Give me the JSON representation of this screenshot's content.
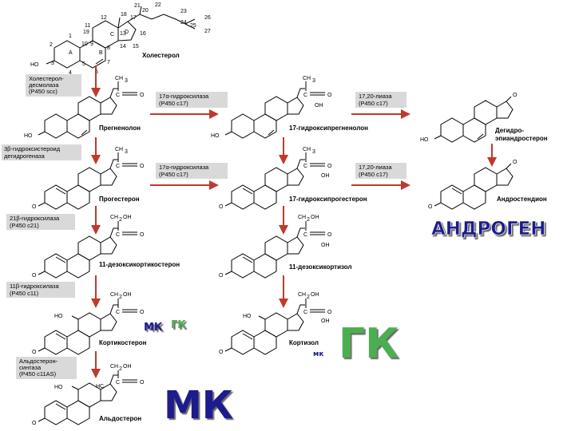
{
  "colors": {
    "arrow": "#c0392b",
    "enzyme_box": "#d9d9d9",
    "label_blue": "#1c1c8c",
    "label_green": "#4caf50",
    "label_white": "#ffffff"
  },
  "cholesterol": {
    "name": "Холестерол",
    "numbers": [
      "1",
      "2",
      "3",
      "4",
      "5",
      "6",
      "7",
      "8",
      "9",
      "10",
      "11",
      "12",
      "13",
      "14",
      "15",
      "16",
      "17",
      "18",
      "19",
      "20",
      "21",
      "22",
      "23",
      "24",
      "25",
      "26",
      "27"
    ],
    "ring_letters": [
      "A",
      "B",
      "C",
      "D"
    ],
    "ho": "HO"
  },
  "groups": {
    "ch3": "CH",
    "three": "3",
    "c": "C",
    "o": "O",
    "ho": "HO",
    "oh": "OH",
    "ch2oh": "CH",
    "two": "2",
    "oh_tail": "OH",
    "hc": "HC"
  },
  "enzymes": {
    "desmolase": [
      "Холестерол-",
      "десмолаза",
      "(P450 scc)"
    ],
    "hsd3b": [
      "3β-гидроксистероид",
      "дегидрогеназа"
    ],
    "h21": [
      "21β-гидроксилаза",
      "(P450 c21)"
    ],
    "h11": [
      "11β-гидроксилаза",
      "(P450 c11)"
    ],
    "aldo_synthase": [
      "Альдостерон-",
      "синтаза",
      "(P450 c11AS)"
    ],
    "h17a_1": [
      "17α-гидроксилаза",
      "(P450 c17)"
    ],
    "h17a_2": [
      "17α-гидроксилаза",
      "(P450 c17)"
    ],
    "lyase_1": [
      "17,20-лиаза",
      "(P450 c17)"
    ],
    "lyase_2": [
      "17,20-лиаза",
      "(P450 c17)"
    ]
  },
  "compounds": {
    "pregnenolone": "Прегненолон",
    "hydroxypregnenolone": "17-гидроксипрегненолон",
    "dhea": [
      "Дегидро-",
      "эпиандростерон"
    ],
    "progesterone": "Прогестерон",
    "hydroxyprogesterone": "17-гидроксипрогестерон",
    "androstenedione": "Андростендион",
    "deoxycorticosterone": "11-дезоксикортикостерон",
    "deoxycortisol": "11-дезоксикортизол",
    "corticosterone": "Кортикостерон",
    "cortisol": "Кортизол",
    "aldosterone": "Альдостерон"
  },
  "class_labels": {
    "androgen": "АНДРОГЕН",
    "mk_small": "МК",
    "gk_small": "ГК",
    "gk_big": "ГК",
    "mk_tiny": "мк",
    "mk_big": "МК"
  }
}
